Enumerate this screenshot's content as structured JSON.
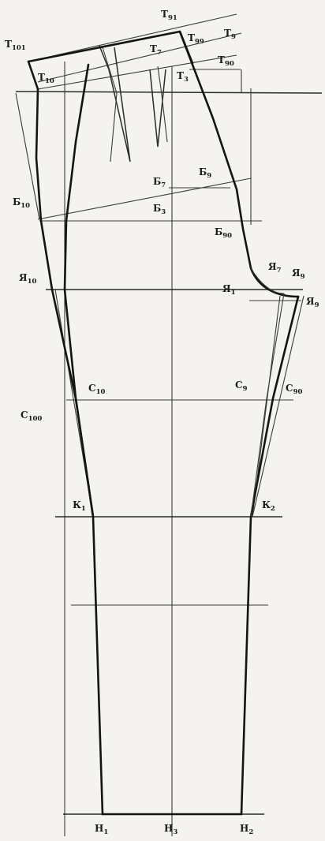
{
  "labels": {
    "T91": {
      "base": "Т",
      "sub": "91"
    },
    "T101": {
      "base": "Т",
      "sub": "101"
    },
    "T10": {
      "base": "Т",
      "sub": "10"
    },
    "T7": {
      "base": "Т",
      "sub": "7"
    },
    "T99": {
      "base": "Т",
      "sub": "99"
    },
    "T9": {
      "base": "Т",
      "sub": "9"
    },
    "T90": {
      "base": "Т",
      "sub": "90"
    },
    "T3": {
      "base": "Т",
      "sub": "3"
    },
    "B7": {
      "base": "Б",
      "sub": "7"
    },
    "B9": {
      "base": "Б",
      "sub": "9"
    },
    "B10": {
      "base": "Б",
      "sub": "10"
    },
    "B3": {
      "base": "Б",
      "sub": "3"
    },
    "B90": {
      "base": "Б",
      "sub": "90"
    },
    "Ya10": {
      "base": "Я",
      "sub": "10"
    },
    "Ya7": {
      "base": "Я",
      "sub": "7"
    },
    "Ya9a": {
      "base": "Я",
      "sub": "9"
    },
    "Ya1": {
      "base": "Я",
      "sub": "1"
    },
    "Ya9b": {
      "base": "Я",
      "sub": "9"
    },
    "C10": {
      "base": "С",
      "sub": "10"
    },
    "C100": {
      "base": "С",
      "sub": "100"
    },
    "C9": {
      "base": "С",
      "sub": "9"
    },
    "C90": {
      "base": "С",
      "sub": "90"
    },
    "K1": {
      "base": "К",
      "sub": "1"
    },
    "K2": {
      "base": "К",
      "sub": "2"
    },
    "H1": {
      "base": "Н",
      "sub": "1"
    },
    "H3": {
      "base": "Н",
      "sub": "3"
    },
    "H2": {
      "base": "Н",
      "sub": "2"
    }
  }
}
